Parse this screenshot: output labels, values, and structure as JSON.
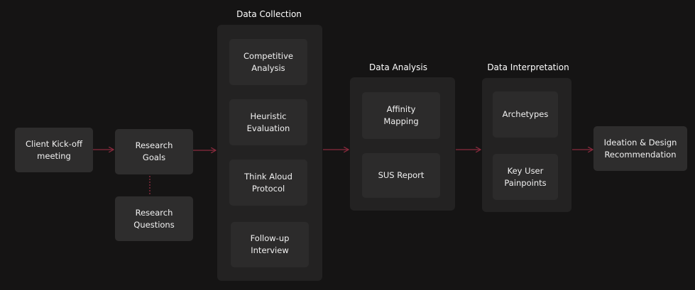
{
  "groups": {
    "data_collection": {
      "title": "Data Collection"
    },
    "data_analysis": {
      "title": "Data Analysis"
    },
    "data_interpretation": {
      "title": "Data Interpretation"
    }
  },
  "nodes": {
    "client_kickoff": "Client Kick-off\nmeeting",
    "research_goals": "Research\nGoals",
    "research_questions": "Research\nQuestions",
    "competitive_analysis": "Competitive\nAnalysis",
    "heuristic_evaluation": "Heuristic\nEvaluation",
    "think_aloud_protocol": "Think Aloud\nProtocol",
    "follow_up_interview": "Follow-up\nInterview",
    "affinity_mapping": "Affinity\nMapping",
    "sus_report": "SUS Report",
    "archetypes": "Archetypes",
    "key_user_painpoints": "Key User\nPainpoints",
    "ideation_design": "Ideation & Design\nRecommendation"
  },
  "colors": {
    "background": "#151414",
    "group": "#232222",
    "node": "#2c2b2b",
    "accent": "#8a2a3d",
    "text": "#ffffff"
  }
}
